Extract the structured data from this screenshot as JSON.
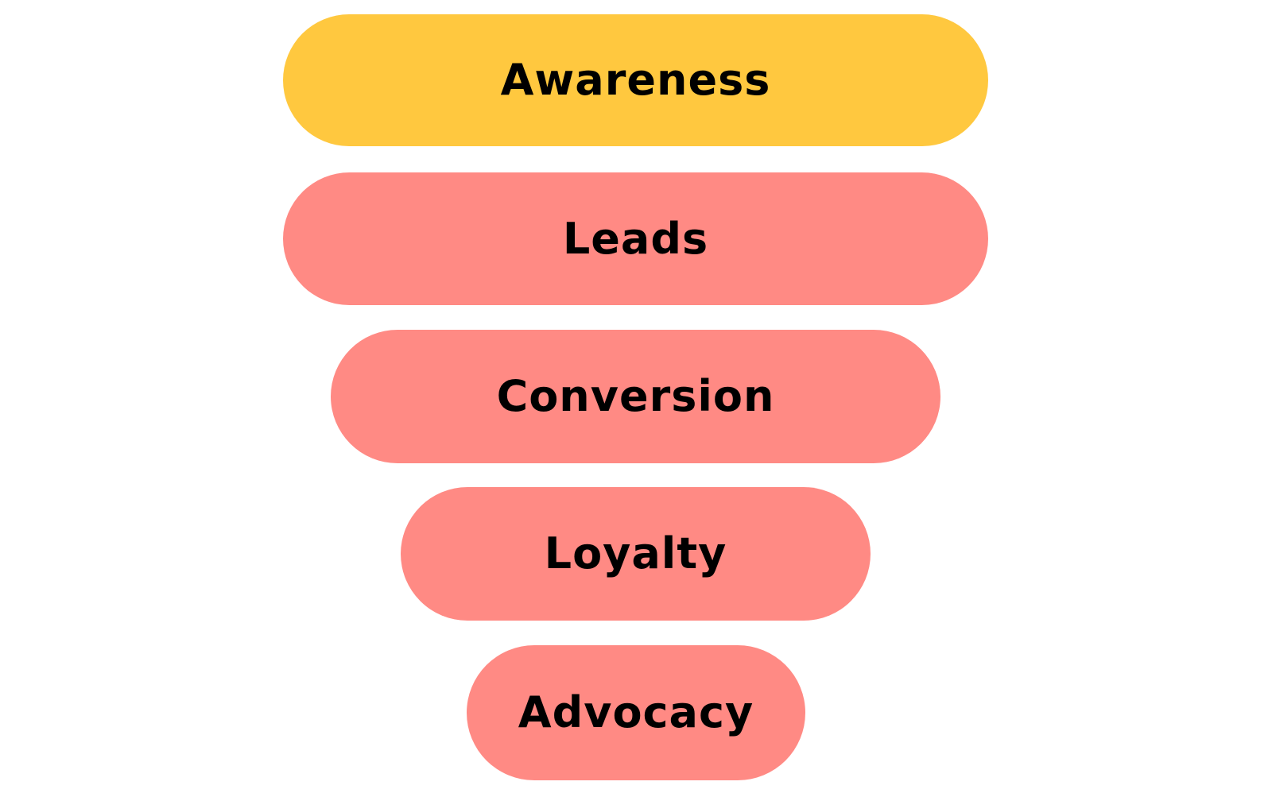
{
  "diagram": {
    "type": "funnel",
    "stages": [
      {
        "label": "Awareness",
        "color": "#FFC83F",
        "highlighted": true
      },
      {
        "label": "Leads",
        "color": "#FF8A84",
        "highlighted": false
      },
      {
        "label": "Conversion",
        "color": "#FF8A84",
        "highlighted": false
      },
      {
        "label": "Loyalty",
        "color": "#FF8A84",
        "highlighted": false
      },
      {
        "label": "Advocacy",
        "color": "#FF8A84",
        "highlighted": false
      }
    ]
  }
}
